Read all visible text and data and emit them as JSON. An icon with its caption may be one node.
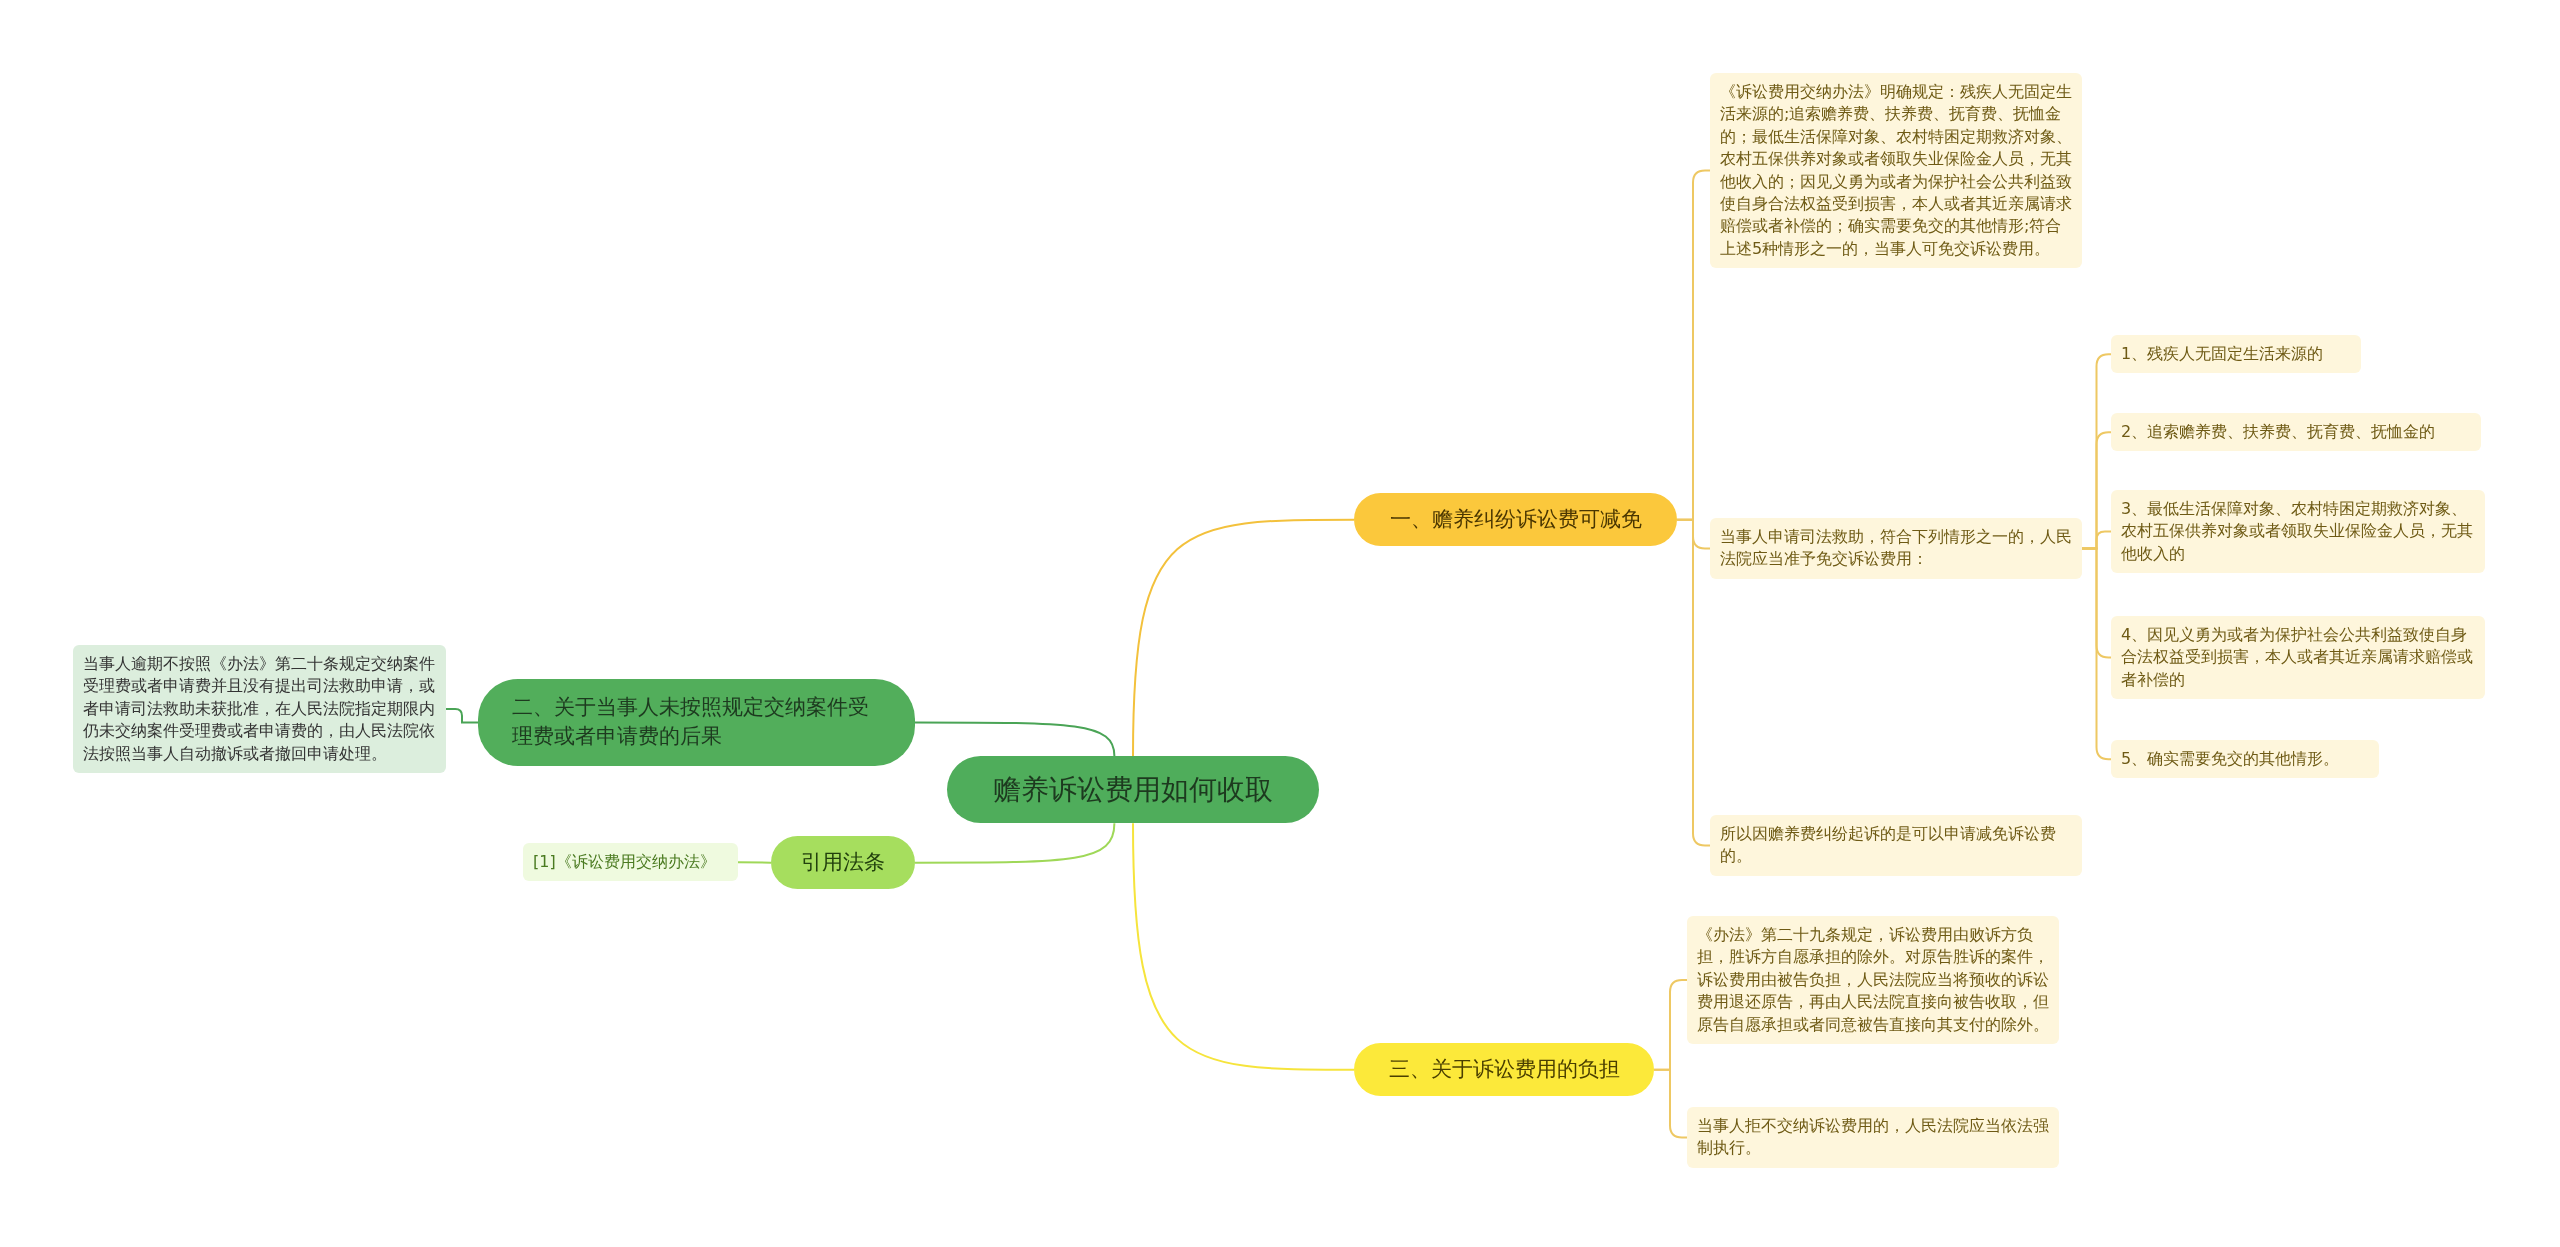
{
  "diagram": {
    "nodes": [
      {
        "text": [
          "赡养诉讼费用如何收取"
        ]
      },
      {
        "text": [
          "一、赡养纠纷诉讼费可减免"
        ]
      },
      {
        "text": [
          "《诉讼费用交纳办法》明确规定：残疾人无固定生活来源的;追索赡养费、扶养费、抚育费、抚恤金的；最低生活保障对象、农村特困定期救济对象、农村五保供养对象或者领取失业保险金人员，无其他收入的；因见义勇为或者为保护社会公共利益致使自身合法权益受到损害，本人或者其近亲属请求赔偿或者补偿的；确实需要免交的其他情形;符合上述5种情形之一的，当事人可免交诉讼费用。"
        ]
      },
      {
        "text": [
          "当事人申请司法救助，符合下列情形之一的，人民法院应当准予免交诉讼费用："
        ]
      },
      {
        "text": [
          "1、残疾人无固定生活来源的"
        ]
      },
      {
        "text": [
          "2、追索赡养费、扶养费、抚育费、抚恤金的"
        ]
      },
      {
        "text": [
          "3、最低生活保障对象、农村特困定期救济对象、农村五保供养对象或者领取失业保险金人员，无其他收入的"
        ]
      },
      {
        "text": [
          "4、因见义勇为或者为保护社会公共利益致使自身合法权益受到损害，本人或者其近亲属请求赔偿或者补偿的"
        ]
      },
      {
        "text": [
          "5、确实需要免交的其他情形。"
        ]
      },
      {
        "text": [
          "所以因赡养费纠纷起诉的是可以申请减免诉讼费的。"
        ]
      },
      {
        "text": [
          "三、关于诉讼费用的负担"
        ]
      },
      {
        "text": [
          "《办法》第二十九条规定，诉讼费用由败诉方负担，胜诉方自愿承担的除外。对原告胜诉的案件，诉讼费用由被告负担，人民法院应当将预收的诉讼费用退还原告，再由人民法院直接向被告收取，但原告自愿承担或者同意被告直接向其支付的除外。"
        ]
      },
      {
        "text": [
          "当事人拒不交纳诉讼费用的，人民法院应当依法强制执行。"
        ]
      },
      {
        "text": [
          "二、关于当事人未按照规定交纳案件受理费或者申请费的后果"
        ]
      },
      {
        "text": [
          "当事人逾期不按照《办法》第二十条规定交纳案件受理费或者申请费并且没有提出司法救助申请，或者申请司法救助未获批准，在人民法院指定期限内仍未交纳案件受理费或者申请费的，由人民法院依法按照当事人自动撤诉或者撤回申请处理。"
        ]
      },
      {
        "text": [
          "引用法条"
        ]
      },
      {
        "text": [
          "[1]《诉讼费用交纳办法》"
        ]
      }
    ],
    "edges": [
      {
        "from": 0,
        "to": 1,
        "arrow": "none",
        "color": "#f3c13c"
      },
      {
        "from": 1,
        "to": 2,
        "arrow": "none"
      },
      {
        "from": 1,
        "to": 3,
        "arrow": "none"
      },
      {
        "from": 3,
        "to": 4,
        "arrow": "none"
      },
      {
        "from": 3,
        "to": 5,
        "arrow": "none"
      },
      {
        "from": 3,
        "to": 6,
        "arrow": "none"
      },
      {
        "from": 3,
        "to": 7,
        "arrow": "none"
      },
      {
        "from": 3,
        "to": 8,
        "arrow": "none"
      },
      {
        "from": 1,
        "to": 9,
        "arrow": "none"
      },
      {
        "from": 0,
        "to": 10,
        "arrow": "none",
        "color": "#f6e43c"
      },
      {
        "from": 10,
        "to": 11,
        "arrow": "none"
      },
      {
        "from": 10,
        "to": 12,
        "arrow": "none"
      },
      {
        "from": 0,
        "to": 13,
        "arrow": "none",
        "color": "#4aa456"
      },
      {
        "from": 13,
        "to": 14,
        "arrow": "none",
        "color": "#4aa456"
      },
      {
        "from": 0,
        "to": 15,
        "arrow": "none",
        "color": "#9fd858"
      },
      {
        "from": 15,
        "to": 16,
        "arrow": "none",
        "color": "#9fd858"
      }
    ]
  }
}
